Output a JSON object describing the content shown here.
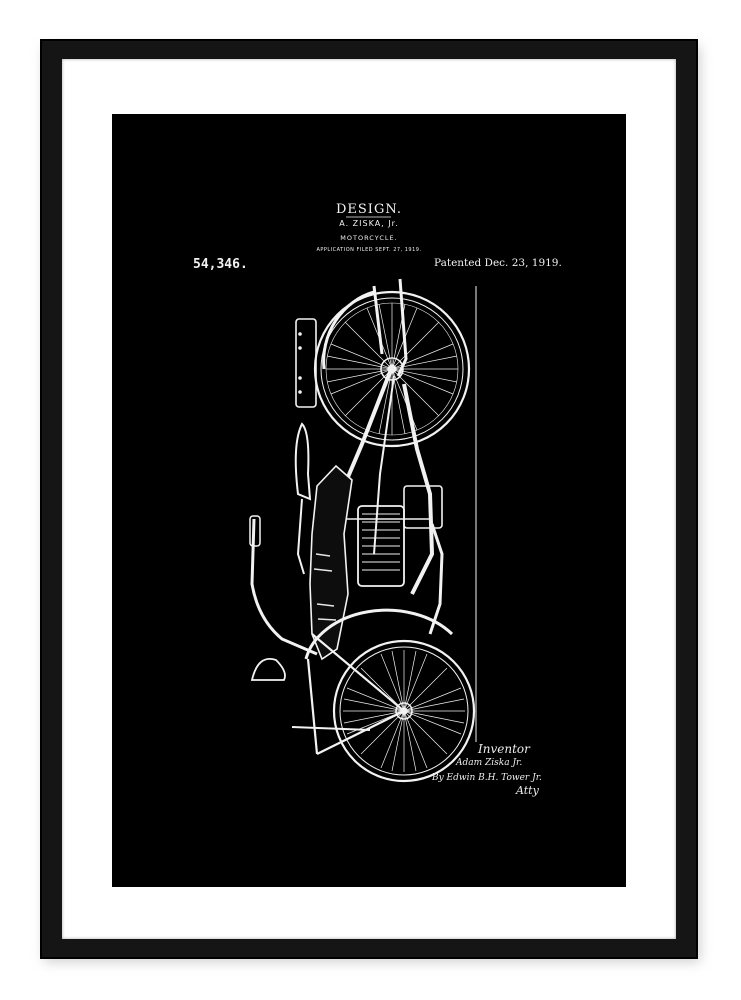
{
  "artwork": {
    "heading": "DESIGN.",
    "inventor": "A. ZISKA, Jr.",
    "subject": "MOTORCYCLE.",
    "filed": "APPLICATION FILED SEPT. 27, 1919.",
    "patent_number": "54,346.",
    "patented": "Patented Dec. 23, 1919.",
    "signature": {
      "label": "Inventor",
      "inventor": "Adam Ziska Jr.",
      "by": "By Edwin B.H. Tower Jr.",
      "atty": "Atty"
    }
  },
  "colors": {
    "frame": "#151515",
    "mat": "#ffffff",
    "print_background": "#000000",
    "line_art": "#f2f2f2"
  }
}
